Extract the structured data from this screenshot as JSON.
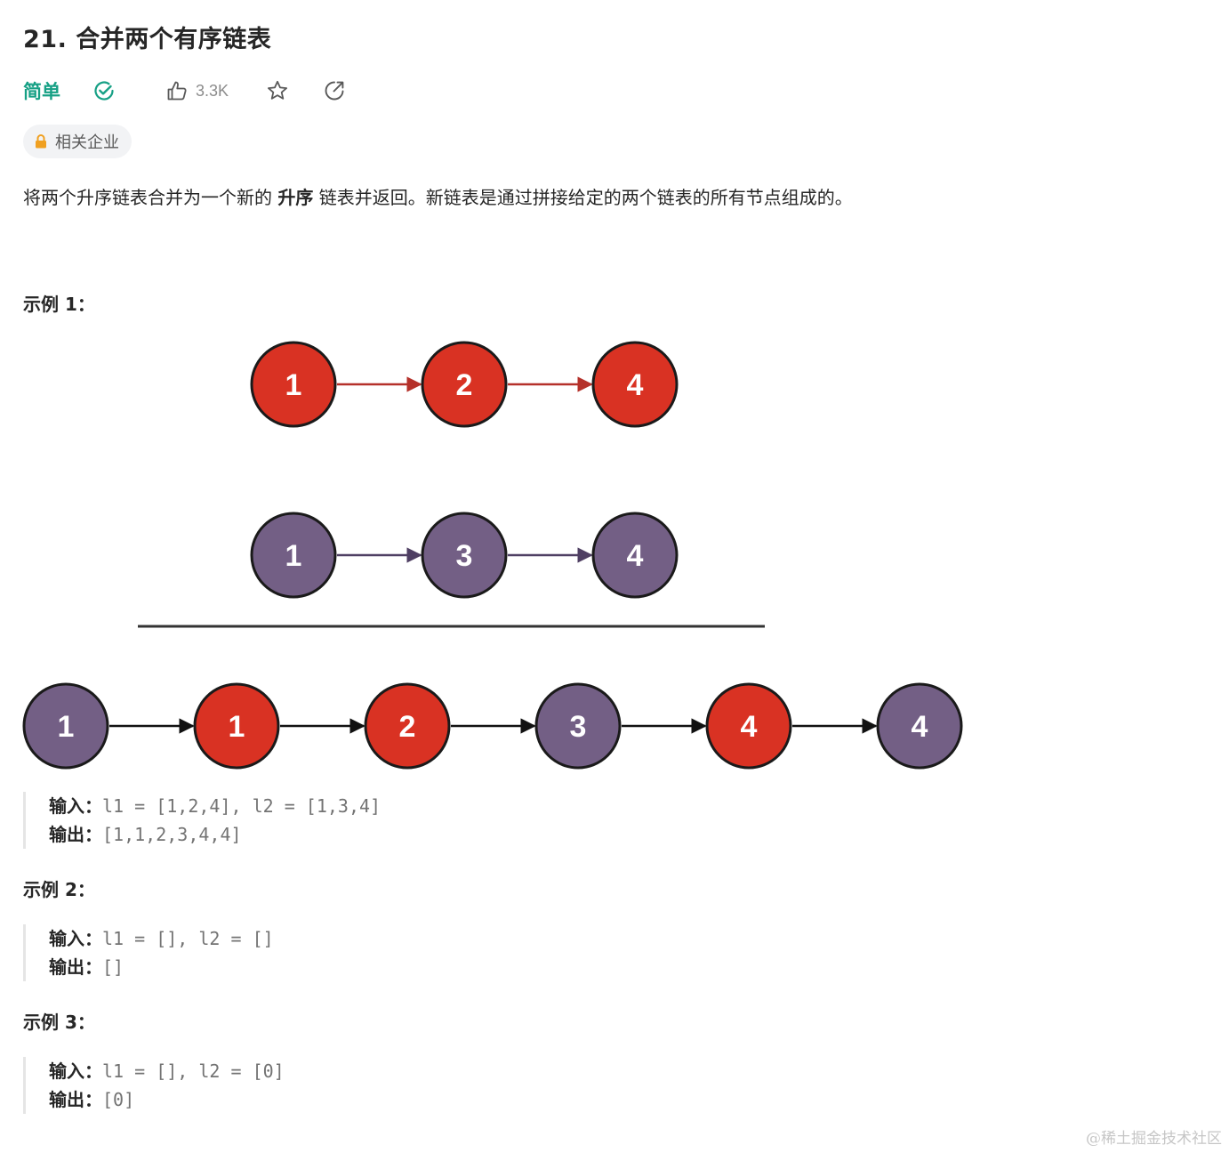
{
  "problem": {
    "title": "21. 合并两个有序链表",
    "difficulty": "简单",
    "likes": "3.3K",
    "company_tag": "相关企业",
    "description_pre": "将两个升序链表合并为一个新的 ",
    "description_bold": "升序",
    "description_post": " 链表并返回。新链表是通过拼接给定的两个链表的所有节点组成的。"
  },
  "examples": [
    {
      "heading": "示例 1：",
      "input_label": "输入：",
      "input_value": "l1 = [1,2,4], l2 = [1,3,4]",
      "output_label": "输出：",
      "output_value": "[1,1,2,3,4,4]"
    },
    {
      "heading": "示例 2：",
      "input_label": "输入：",
      "input_value": "l1 = [], l2 = []",
      "output_label": "输出：",
      "output_value": "[]"
    },
    {
      "heading": "示例 3：",
      "input_label": "输入：",
      "input_value": "l1 = [], l2 = [0]",
      "output_label": "输出：",
      "output_value": "[0]"
    }
  ],
  "diagram": {
    "list1": [
      "1",
      "2",
      "4"
    ],
    "list2": [
      "1",
      "3",
      "4"
    ],
    "merged": [
      {
        "value": "1",
        "source": "list2"
      },
      {
        "value": "1",
        "source": "list1"
      },
      {
        "value": "2",
        "source": "list1"
      },
      {
        "value": "3",
        "source": "list2"
      },
      {
        "value": "4",
        "source": "list1"
      },
      {
        "value": "4",
        "source": "list2"
      }
    ],
    "colors": {
      "list1_fill": "#d93223",
      "list2_fill": "#735f85",
      "list1_arrow": "#b5312a",
      "list2_arrow": "#4f3f63",
      "merged_arrow": "#111111"
    }
  },
  "icons": {
    "solved": "check-circle-icon",
    "like": "thumbs-up-icon",
    "favorite": "star-icon",
    "share": "share-icon",
    "lock": "lock-icon"
  },
  "colors": {
    "difficulty_easy": "#16a085",
    "lock": "#f0a020"
  },
  "watermark": "@稀土掘金技术社区"
}
